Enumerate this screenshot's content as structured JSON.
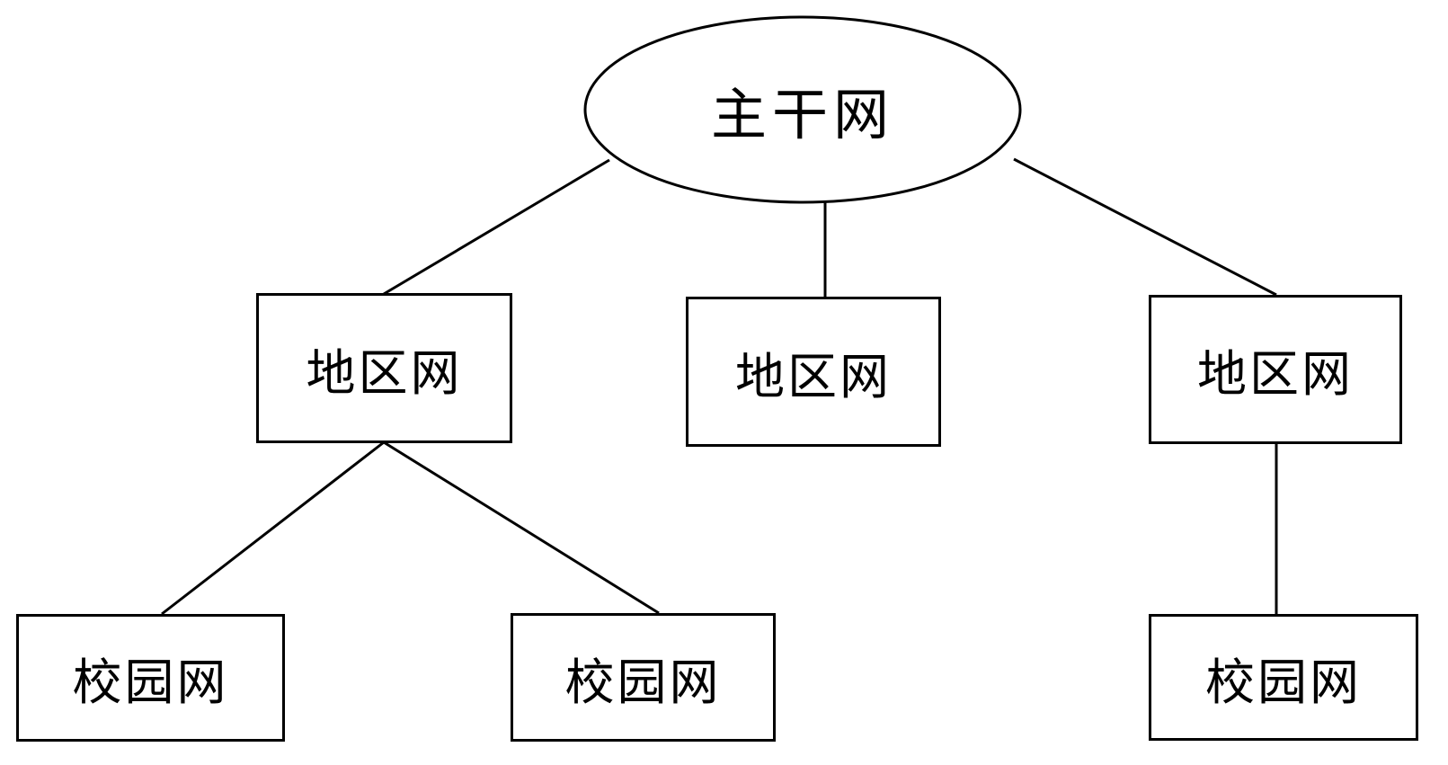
{
  "diagram": {
    "type": "hierarchy",
    "colors": {
      "stroke": "#000000",
      "background": "#ffffff",
      "text": "#000000"
    },
    "nodes": {
      "backbone": {
        "label": "主干网",
        "shape": "ellipse",
        "level": 1
      },
      "regional_left": {
        "label": "地区网",
        "shape": "rect",
        "level": 2
      },
      "regional_middle": {
        "label": "地区网",
        "shape": "rect",
        "level": 2
      },
      "regional_right": {
        "label": "地区网",
        "shape": "rect",
        "level": 2
      },
      "campus_left": {
        "label": "校园网",
        "shape": "rect",
        "level": 3
      },
      "campus_middle": {
        "label": "校园网",
        "shape": "rect",
        "level": 3
      },
      "campus_right": {
        "label": "校园网",
        "shape": "rect",
        "level": 3
      }
    },
    "edges": [
      {
        "from": "backbone",
        "to": "regional_left"
      },
      {
        "from": "backbone",
        "to": "regional_middle"
      },
      {
        "from": "backbone",
        "to": "regional_right"
      },
      {
        "from": "regional_left",
        "to": "campus_left"
      },
      {
        "from": "regional_left",
        "to": "campus_middle"
      },
      {
        "from": "regional_right",
        "to": "campus_right"
      }
    ]
  }
}
